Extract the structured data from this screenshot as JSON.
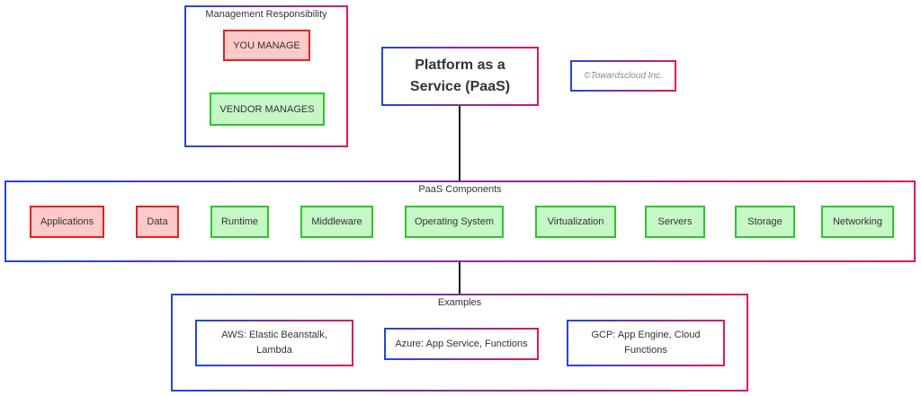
{
  "legend": {
    "title": "Management Responsibility",
    "you_manage": "YOU MANAGE",
    "vendor_manages": "VENDOR MANAGES"
  },
  "main": {
    "title": "Platform as a Service (PaaS)"
  },
  "copyright": "©Towardscloud Inc.",
  "components": {
    "title": "PaaS Components",
    "items": [
      {
        "label": "Applications",
        "managed_by": "you"
      },
      {
        "label": "Data",
        "managed_by": "you"
      },
      {
        "label": "Runtime",
        "managed_by": "vendor"
      },
      {
        "label": "Middleware",
        "managed_by": "vendor"
      },
      {
        "label": "Operating System",
        "managed_by": "vendor"
      },
      {
        "label": "Virtualization",
        "managed_by": "vendor"
      },
      {
        "label": "Servers",
        "managed_by": "vendor"
      },
      {
        "label": "Storage",
        "managed_by": "vendor"
      },
      {
        "label": "Networking",
        "managed_by": "vendor"
      }
    ]
  },
  "examples": {
    "title": "Examples",
    "items": [
      "AWS: Elastic Beanstalk, Lambda",
      "Azure: App Service, Functions",
      "GCP: App Engine, Cloud Functions"
    ]
  },
  "colors": {
    "you_fill": "#ffc9c9",
    "you_border": "#e62121",
    "vendor_fill": "#c6f7c6",
    "vendor_border": "#2cc52c",
    "gradient_start": "#2147e0",
    "gradient_end": "#e0185a"
  }
}
